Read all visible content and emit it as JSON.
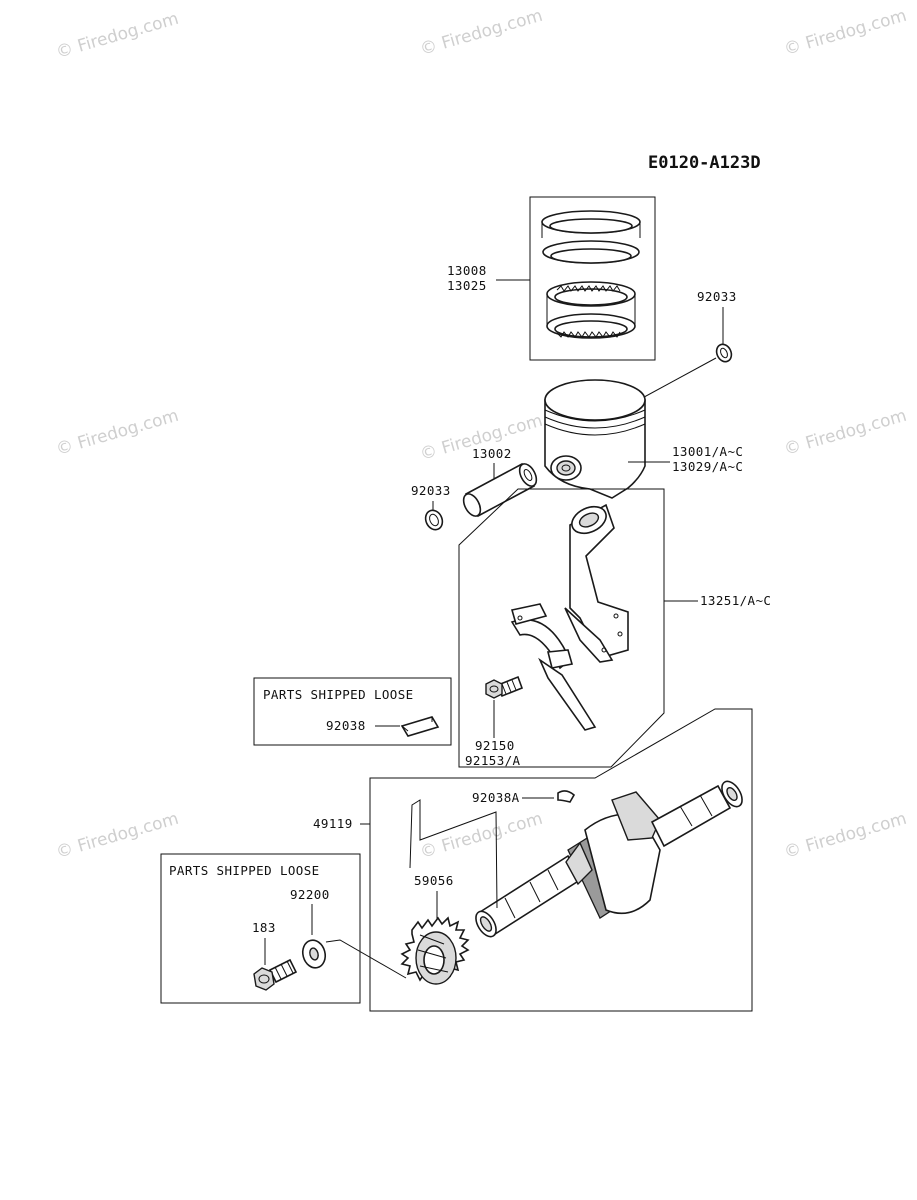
{
  "diagram_code": "E0120-A123D",
  "watermark": "© Firedog.com",
  "loose_box_1": {
    "title": "PARTS SHIPPED LOOSE",
    "part": "92038"
  },
  "loose_box_2": {
    "title": "PARTS SHIPPED LOOSE",
    "part_washer": "92200",
    "part_bolt": "183"
  },
  "callouts": {
    "rings_a": "13008",
    "rings_b": "13025",
    "clip_right": "92033",
    "pin": "13002",
    "clip_left": "92033",
    "piston_a": "13001/A~C",
    "piston_b": "13029/A~C",
    "conrod": "13251/A~C",
    "bolt_a": "92150",
    "bolt_b": "92153/A",
    "crank_key": "92038A",
    "crankshaft": "49119",
    "gear": "59056"
  }
}
